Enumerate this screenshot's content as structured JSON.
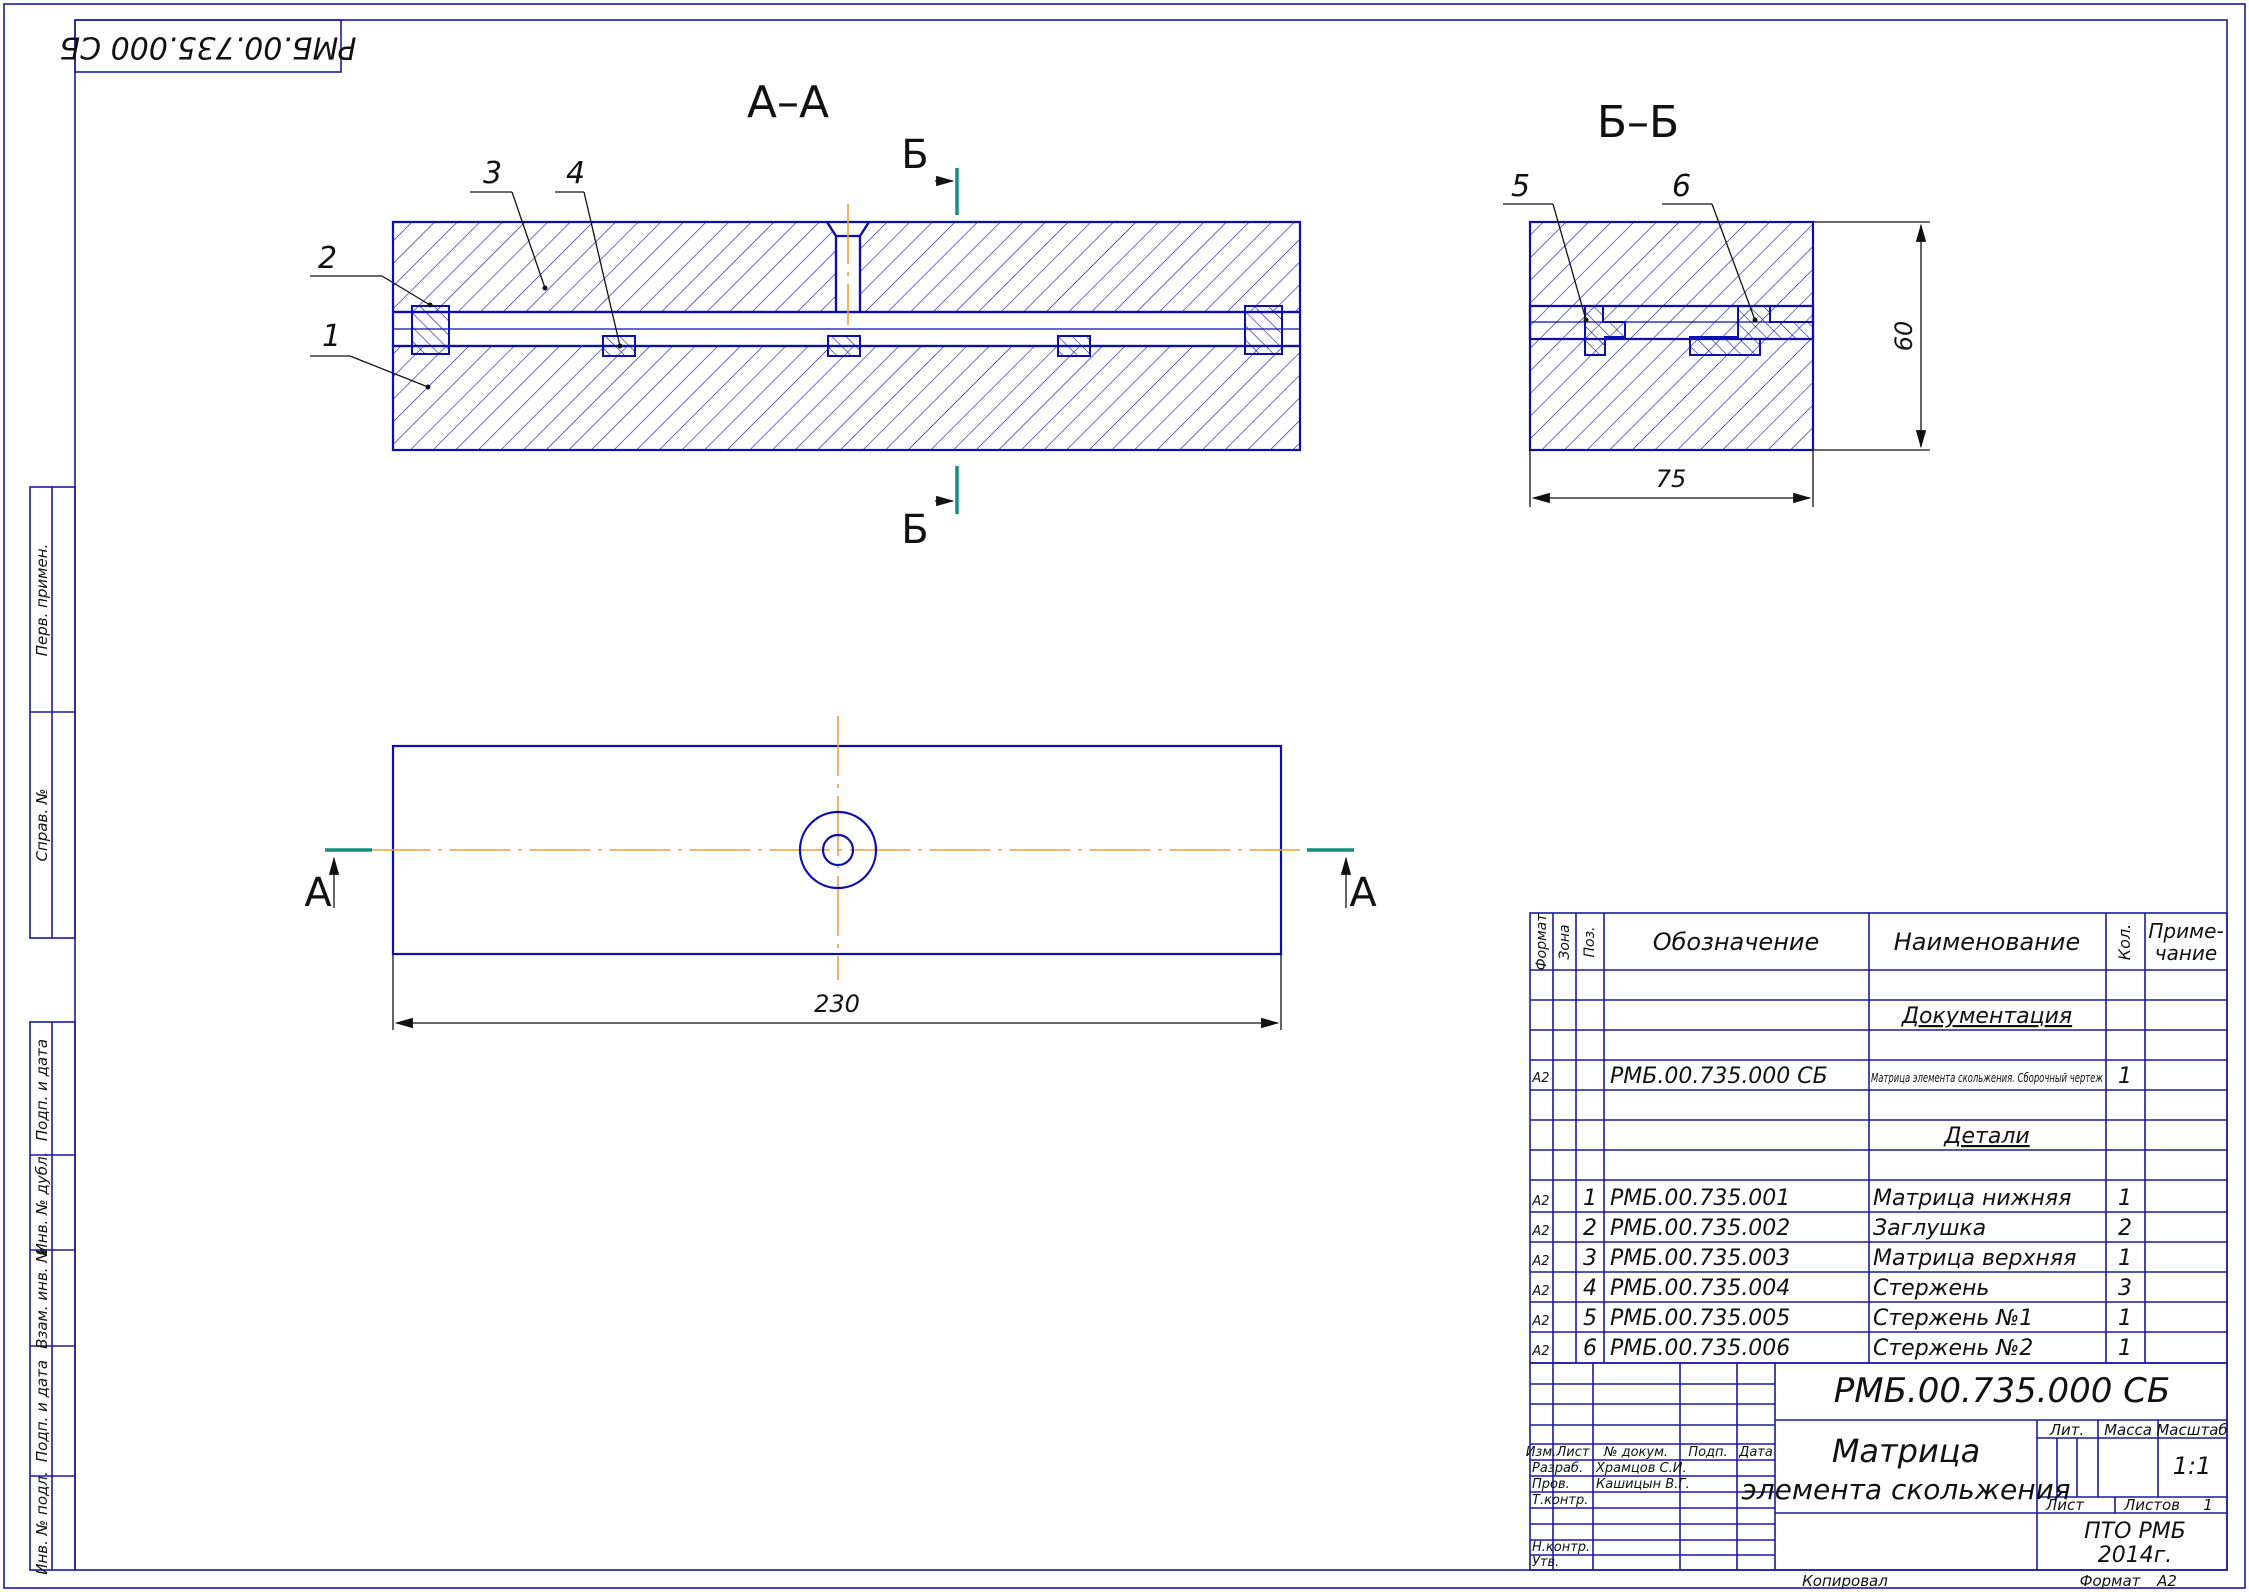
{
  "stamp_top": "РМБ.00.735.000 СБ",
  "views": {
    "section_aa": "А–А",
    "section_bb": "Б–Б",
    "cut_b_top": "Б",
    "cut_b_bottom": "Б",
    "cut_a_left": "А",
    "cut_a_right": "А"
  },
  "callouts": [
    "1",
    "2",
    "3",
    "4",
    "5",
    "6"
  ],
  "dimensions": {
    "width_bb": "75",
    "height_bb": "60",
    "length_plan": "230"
  },
  "side_strip": [
    "Перв. примен.",
    "Справ. №",
    "Подп. и дата",
    "Инв. № дубл.",
    "Взам. инв. №",
    "Подп. и дата",
    "Инв. № подл."
  ],
  "spec": {
    "headers": {
      "format": "Формат",
      "zone": "Зона",
      "pos": "Поз.",
      "designation": "Обозначение",
      "name": "Наименование",
      "qty": "Кол.",
      "note1": "Приме-",
      "note2": "чание"
    },
    "section_docs": "Документация",
    "doc_row": {
      "format": "А2",
      "designation": "РМБ.00.735.000 СБ",
      "name": "Матрица элемента скольжения. Сборочный чертеж",
      "qty": "1"
    },
    "section_parts": "Детали",
    "rows": [
      {
        "format": "А2",
        "pos": "1",
        "designation": "РМБ.00.735.001",
        "name": "Матрица нижняя",
        "qty": "1"
      },
      {
        "format": "А2",
        "pos": "2",
        "designation": "РМБ.00.735.002",
        "name": "Заглушка",
        "qty": "2"
      },
      {
        "format": "А2",
        "pos": "3",
        "designation": "РМБ.00.735.003",
        "name": "Матрица верхняя",
        "qty": "1"
      },
      {
        "format": "А2",
        "pos": "4",
        "designation": "РМБ.00.735.004",
        "name": "Стержень",
        "qty": "3"
      },
      {
        "format": "А2",
        "pos": "5",
        "designation": "РМБ.00.735.005",
        "name": "Стержень №1",
        "qty": "1"
      },
      {
        "format": "А2",
        "pos": "6",
        "designation": "РМБ.00.735.006",
        "name": "Стержень №2",
        "qty": "1"
      }
    ]
  },
  "title_block": {
    "doc_code": "РМБ.00.735.000 СБ",
    "title_line1": "Матрица",
    "title_line2": "элемента скольжения",
    "h_izm": "Изм.",
    "h_list": "Лист",
    "h_ndoc": "№ докум.",
    "h_podp": "Подп.",
    "h_data": "Дата",
    "razrab_label": "Разраб.",
    "razrab_name": "Храмцов С.И.",
    "prov_label": "Пров.",
    "prov_name": "Кашицын В.Г.",
    "tkontr_label": "Т.контр.",
    "nkontr_label": "Н.контр.",
    "utv_label": "Утв.",
    "lit_label": "Лит.",
    "mass_label": "Масса",
    "scale_label": "Масштаб",
    "scale_value": "1:1",
    "sheet_label": "Лист",
    "sheets_label": "Листов",
    "sheets_value": "1",
    "org_line1": "ПТО РМБ",
    "org_line2": "2014г.",
    "copied": "Копировал",
    "format_label": "Формат",
    "format_value": "А2"
  }
}
